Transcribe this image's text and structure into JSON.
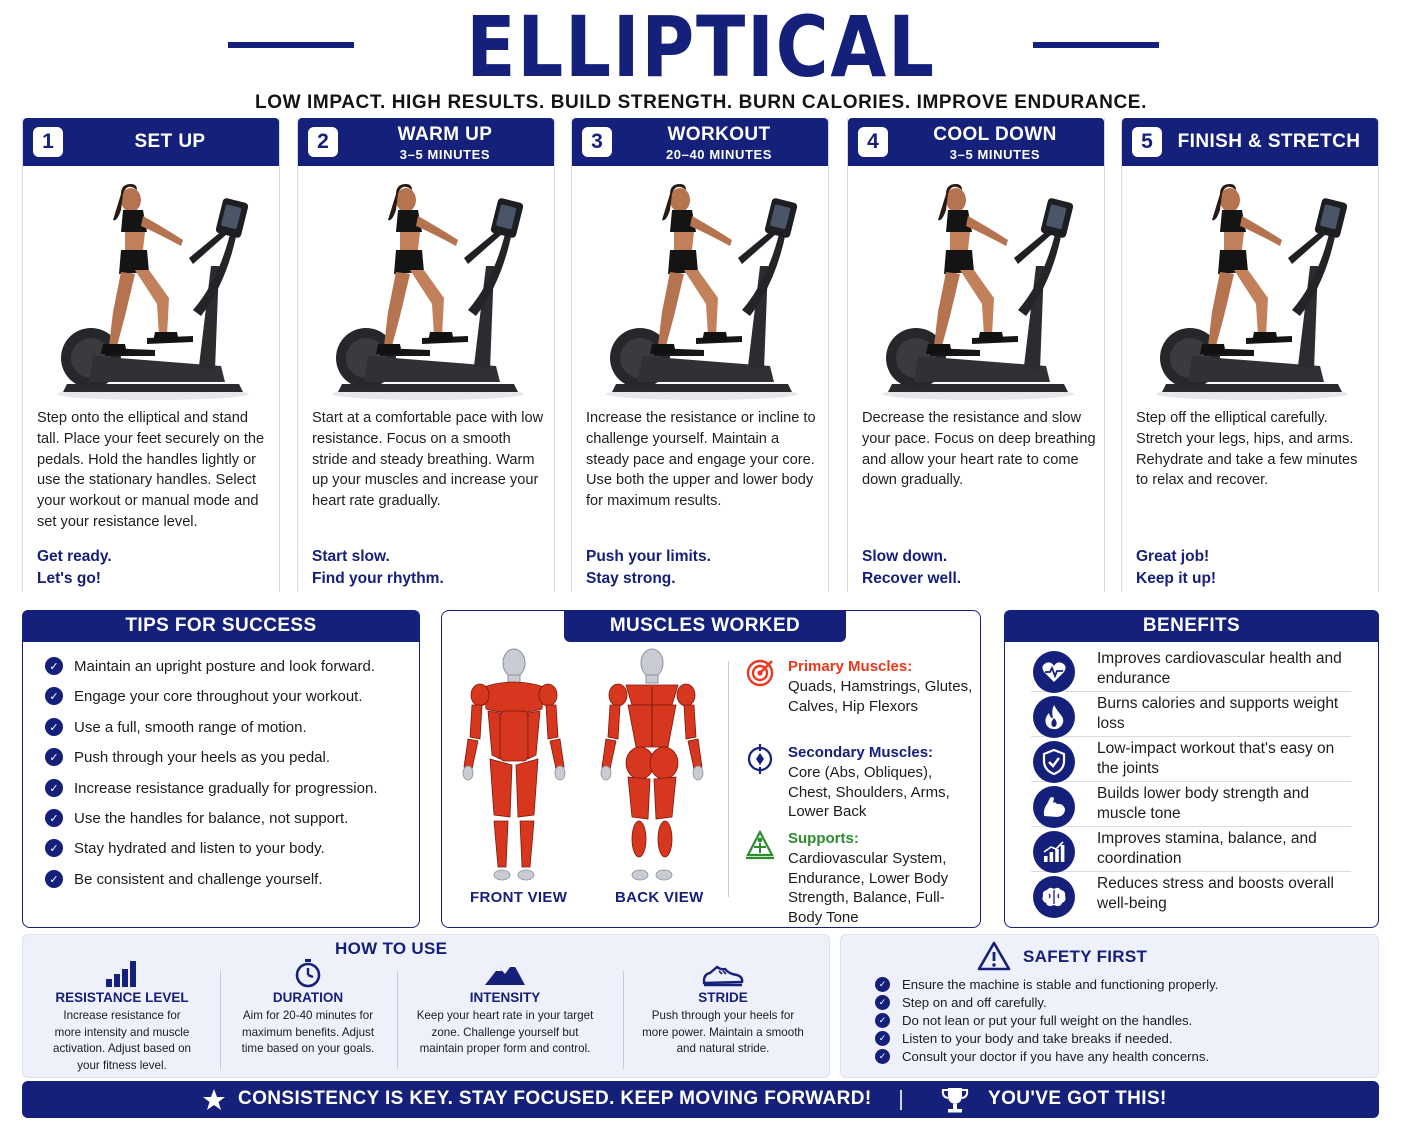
{
  "header": {
    "title": "ELLIPTICAL",
    "subtitle": "LOW IMPACT. HIGH RESULTS. BUILD STRENGTH. BURN CALORIES. IMPROVE ENDURANCE."
  },
  "steps": [
    {
      "number": "1",
      "title": "SET UP",
      "subtitle": "",
      "text": "Step onto the elliptical and stand tall. Place your feet securely on the pedals. Hold the handles lightly or use the stationary handles. Select your workout or manual mode and set your resistance level.",
      "tag1": "Get ready.",
      "tag2": "Let's go!"
    },
    {
      "number": "2",
      "title": "WARM UP",
      "subtitle": "3–5 MINUTES",
      "text": "Start at a comfortable pace with low resistance. Focus on a smooth stride and steady breathing. Warm up your muscles and increase your heart rate gradually.",
      "tag1": "Start slow.",
      "tag2": "Find your rhythm."
    },
    {
      "number": "3",
      "title": "WORKOUT",
      "subtitle": "20–40 MINUTES",
      "text": "Increase the resistance or incline to challenge yourself. Maintain a steady pace and engage your core. Use both the upper and lower body for maximum results.",
      "tag1": "Push your limits.",
      "tag2": "Stay strong."
    },
    {
      "number": "4",
      "title": "COOL DOWN",
      "subtitle": "3–5 MINUTES",
      "text": "Decrease the resistance and slow your pace. Focus on deep breathing and allow your heart rate to come down gradually.",
      "tag1": "Slow down.",
      "tag2": "Recover well."
    },
    {
      "number": "5",
      "title": "FINISH & STRETCH",
      "subtitle": "",
      "text": "Step off the elliptical carefully. Stretch your legs, hips, and arms. Rehydrate and take a few minutes to relax and recover.",
      "tag1": "Great job!",
      "tag2": "Keep it up!"
    }
  ],
  "tips": {
    "title": "TIPS FOR SUCCESS",
    "items": [
      "Maintain an upright posture and look forward.",
      "Engage your core throughout your workout.",
      "Use a full, smooth range of motion.",
      "Push through your heels as you pedal.",
      "Increase resistance gradually for progression.",
      "Use the handles for balance, not support.",
      "Stay hydrated and listen to your body.",
      "Be consistent and challenge yourself."
    ]
  },
  "muscles": {
    "title": "MUSCLES WORKED",
    "front_label": "FRONT VIEW",
    "back_label": "BACK VIEW",
    "primary_title": "Primary Muscles:",
    "primary_text": "Quads, Hamstrings, Glutes, Calves, Hip Flexors",
    "secondary_title": "Secondary Muscles:",
    "secondary_text": "Core (Abs, Obliques), Chest, Shoulders, Arms, Lower Back",
    "supports_title": "Supports:",
    "supports_text": "Cardiovascular System, Endurance, Lower Body Strength, Balance, Full-Body Tone",
    "colors": {
      "primary": "#e8391d",
      "secondary": "#15207a",
      "supports": "#2e8b2e"
    }
  },
  "benefits": {
    "title": "BENEFITS",
    "items": [
      {
        "icon": "heart-pulse-icon",
        "text": "Improves cardiovascular health and endurance"
      },
      {
        "icon": "flame-icon",
        "text": "Burns calories and supports weight loss"
      },
      {
        "icon": "shield-check-icon",
        "text": "Low-impact workout that's easy on the joints"
      },
      {
        "icon": "flexed-arm-icon",
        "text": "Builds lower body strength and muscle tone"
      },
      {
        "icon": "growth-chart-icon",
        "text": "Improves stamina, balance, and coordination"
      },
      {
        "icon": "brain-icon",
        "text": "Reduces stress and boosts overall well-being"
      }
    ]
  },
  "how_to_use": {
    "title": "HOW TO USE",
    "items": [
      {
        "icon": "resistance-bars-icon",
        "title": "RESISTANCE LEVEL",
        "text": "Increase resistance for more intensity and muscle activation. Adjust based on your fitness level."
      },
      {
        "icon": "stopwatch-icon",
        "title": "DURATION",
        "text": "Aim for 20-40 minutes for maximum benefits. Adjust time based on your goals."
      },
      {
        "icon": "mountain-icon",
        "title": "INTENSITY",
        "text": "Keep your heart rate in your target zone. Challenge yourself but maintain proper form and control."
      },
      {
        "icon": "shoe-icon",
        "title": "STRIDE",
        "text": "Push through your heels for more power. Maintain a smooth and natural stride."
      }
    ]
  },
  "safety": {
    "title": "SAFETY FIRST",
    "items": [
      "Ensure the machine is stable and functioning properly.",
      "Step on and off carefully.",
      "Do not lean or put your full weight on the handles.",
      "Listen to your body and take breaks if needed.",
      "Consult your doctor if you have any health concerns."
    ]
  },
  "footer": {
    "left": "CONSISTENCY IS KEY. STAY FOCUSED. KEEP MOVING FORWARD!",
    "right": "YOU'VE GOT THIS!"
  },
  "colors": {
    "navy": "#15207a",
    "accent_red": "#e8391d",
    "accent_green": "#2e8b2e"
  }
}
